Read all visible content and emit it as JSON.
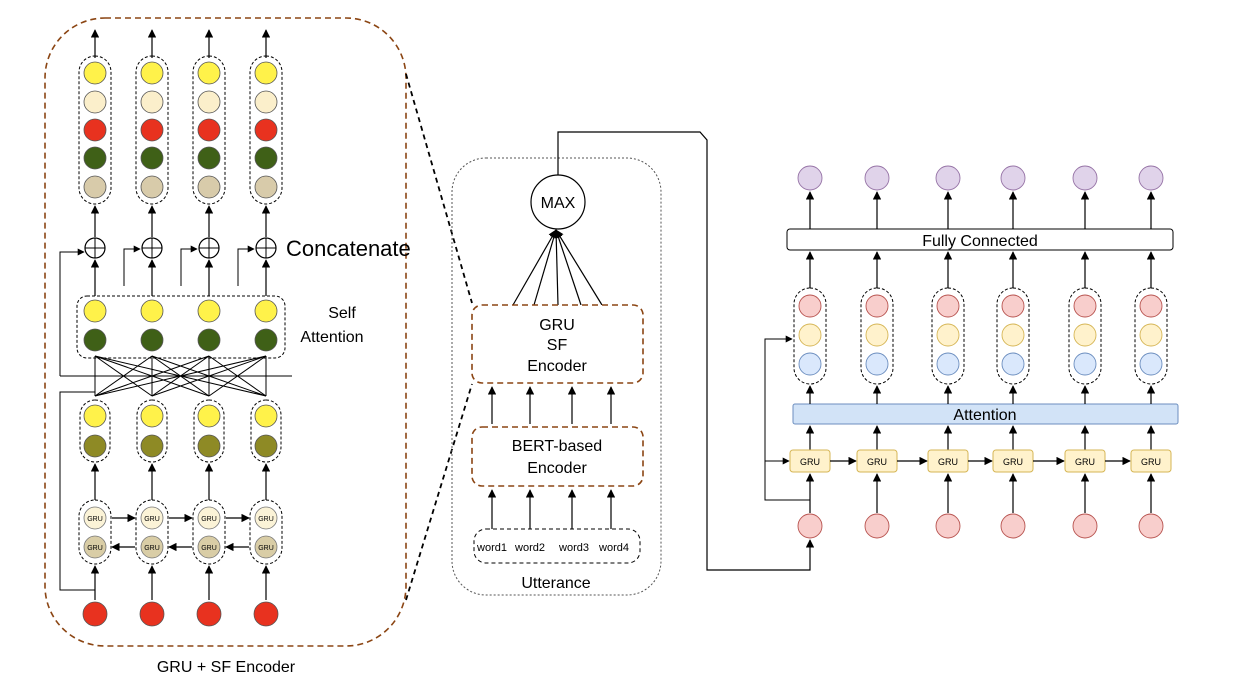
{
  "colors": {
    "left_panel_border": "#8B4513",
    "yellow": "#FFF24A",
    "cream": "#FBEFCB",
    "red": "#E8321F",
    "dark_green": "#3F6017",
    "tan": "#D8CBAA",
    "olive": "#8E8A25",
    "gru_cell": "#FBF3D7",
    "gru_cell_back": "#D9CDA6",
    "input_pink": "#F7C8C8",
    "output_lavender": "#E0D3EA",
    "attention_blue": "#D2E3F7",
    "pink_state": "#F8CECC",
    "yellow_state": "#FFF2CC",
    "blue_state": "#DAE8FC"
  },
  "left_panel": {
    "caption": "GRU + SF Encoder",
    "concatenate_label": "Concatenate",
    "self_attention_label_1": "Self",
    "self_attention_label_2": "Attention",
    "gru_forward_label": "GRU",
    "gru_backward_label": "GRU"
  },
  "middle_panel": {
    "caption": "Utterance",
    "max_label": "MAX",
    "encoder_line_1": "GRU",
    "encoder_line_2": "SF",
    "encoder_line_3": "Encoder",
    "bert_line_1": "BERT-based",
    "bert_line_2": "Encoder",
    "words": [
      "word1",
      "word2",
      "word3",
      "word4"
    ]
  },
  "right_panel": {
    "fully_connected_label": "Fully Connected",
    "attention_label": "Attention",
    "gru_label": "GRU"
  }
}
